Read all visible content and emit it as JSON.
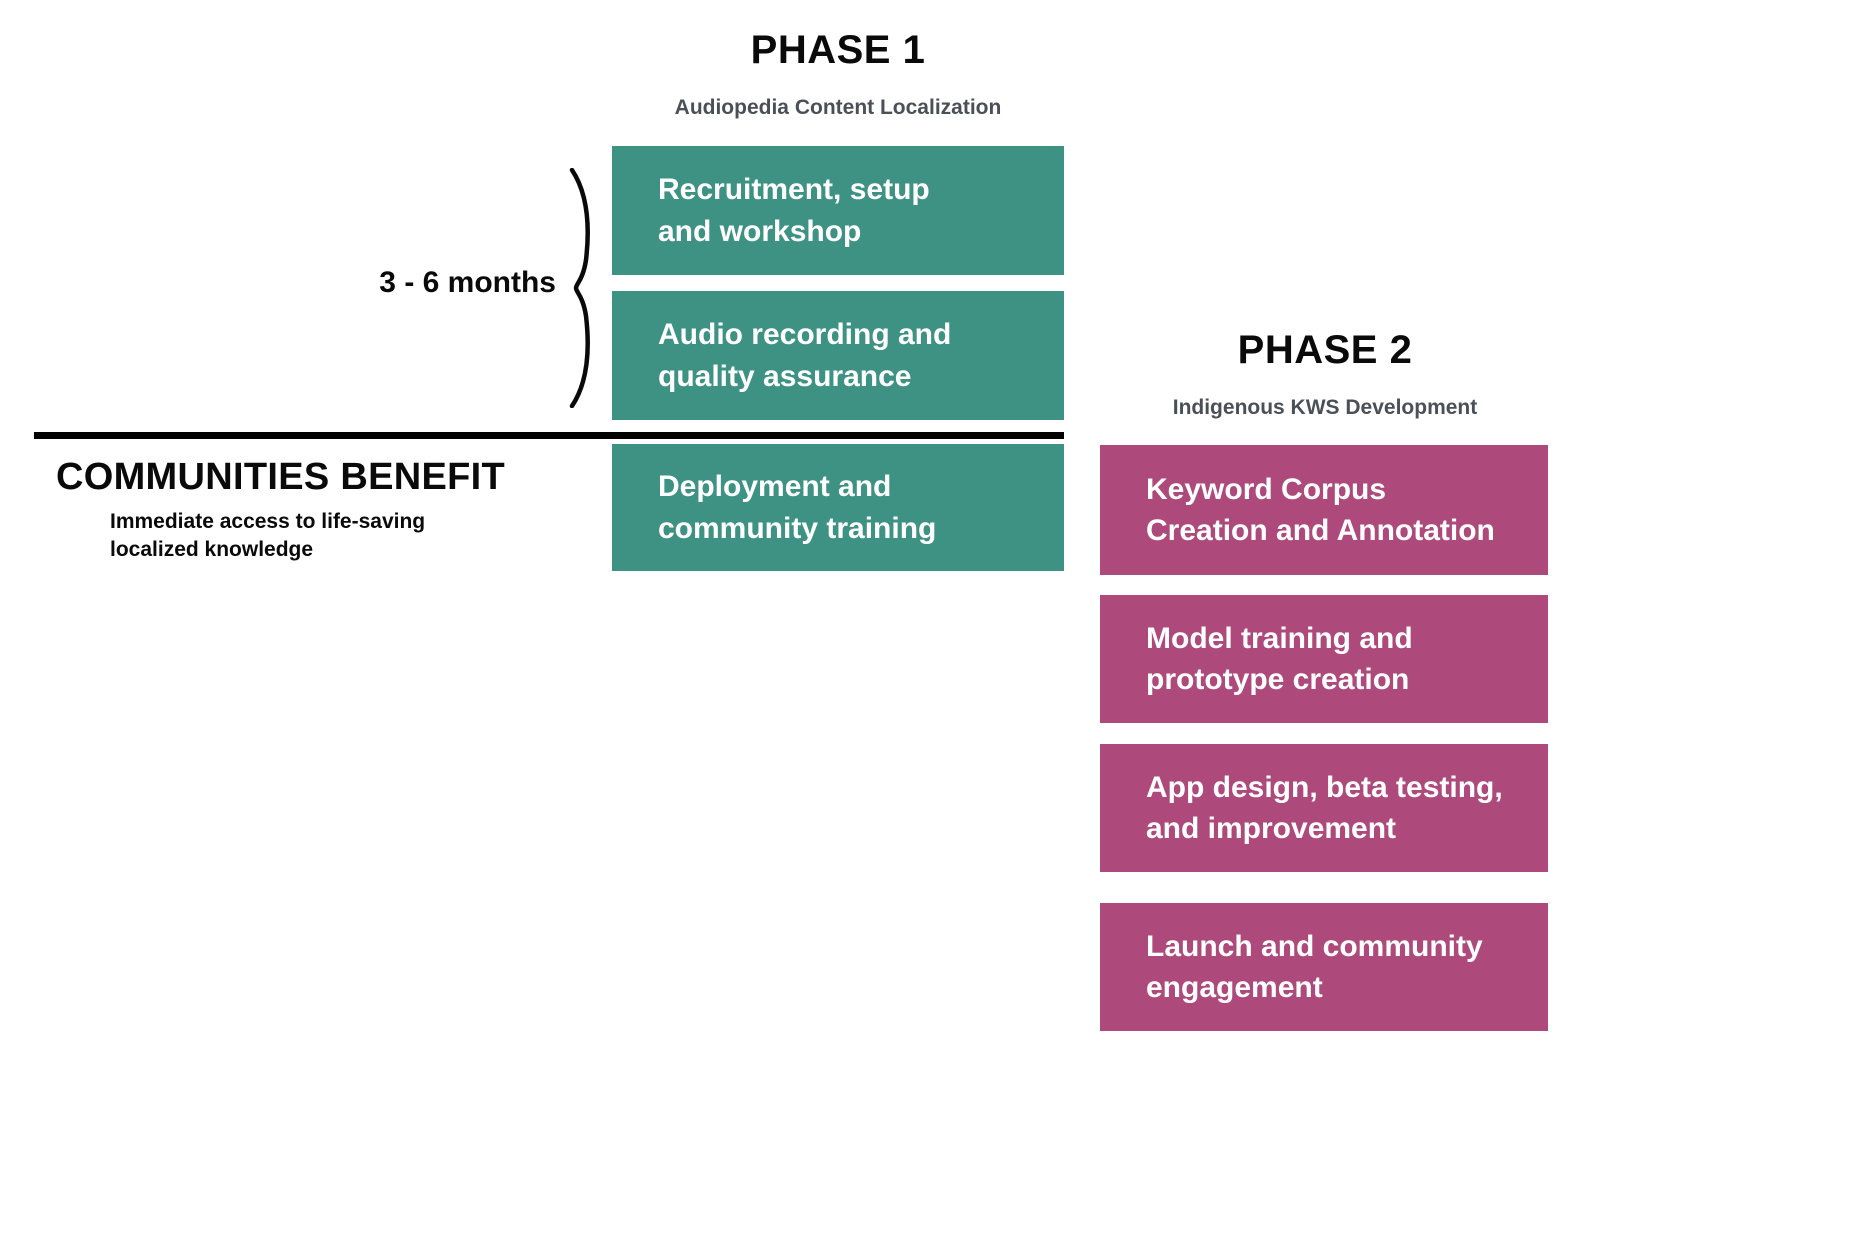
{
  "diagram": {
    "background_color": "#ffffff",
    "phase1": {
      "title": "PHASE 1",
      "subtitle": "Audiopedia Content Localization",
      "accent_color": "#3e9284",
      "duration_label": "3 - 6 months",
      "bracket_icon": "curly-brace-icon",
      "steps": [
        {
          "label": "Recruitment, setup\nand workshop"
        },
        {
          "label": "Audio recording and\nquality assurance"
        },
        {
          "label": "Deployment and\ncommunity training"
        }
      ]
    },
    "phase2": {
      "title": "PHASE 2",
      "subtitle": "Indigenous KWS Development",
      "accent_color": "#ad4a7b",
      "steps": [
        {
          "label": "Keyword Corpus\nCreation and Annotation"
        },
        {
          "label": "Model training and\nprototype creation"
        },
        {
          "label": "App design, beta testing,\nand improvement"
        },
        {
          "label": "Launch and community\nengagement"
        }
      ]
    },
    "benefit": {
      "title": "COMMUNITIES BENEFIT",
      "description": "Immediate access to life-saving\nlocalized knowledge",
      "rule_color": "#000000"
    }
  }
}
